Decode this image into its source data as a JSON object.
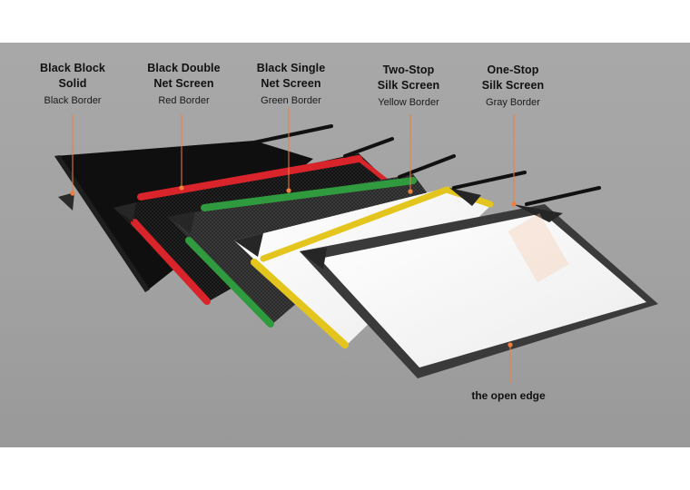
{
  "screens": [
    {
      "name": "Black Block\nSolid",
      "border": "Black Border"
    },
    {
      "name": "Black Double\nNet Screen",
      "border": "Red Border"
    },
    {
      "name": "Black Single\nNet Screen",
      "border": "Green Border"
    },
    {
      "name": "Two-Stop\nSilk Screen",
      "border": "Yellow Border"
    },
    {
      "name": "One-Stop\nSilk Screen",
      "border": "Gray Border"
    }
  ],
  "callout": "the open edge",
  "colors": {
    "leader": "#f07e3c",
    "red_border": "#d8242a",
    "green_border": "#2f9b3e",
    "yellow_border": "#e3c51e",
    "gray_border": "#3a3a3a",
    "black_fabric": "#141414",
    "silk": "#f6f6f6"
  }
}
